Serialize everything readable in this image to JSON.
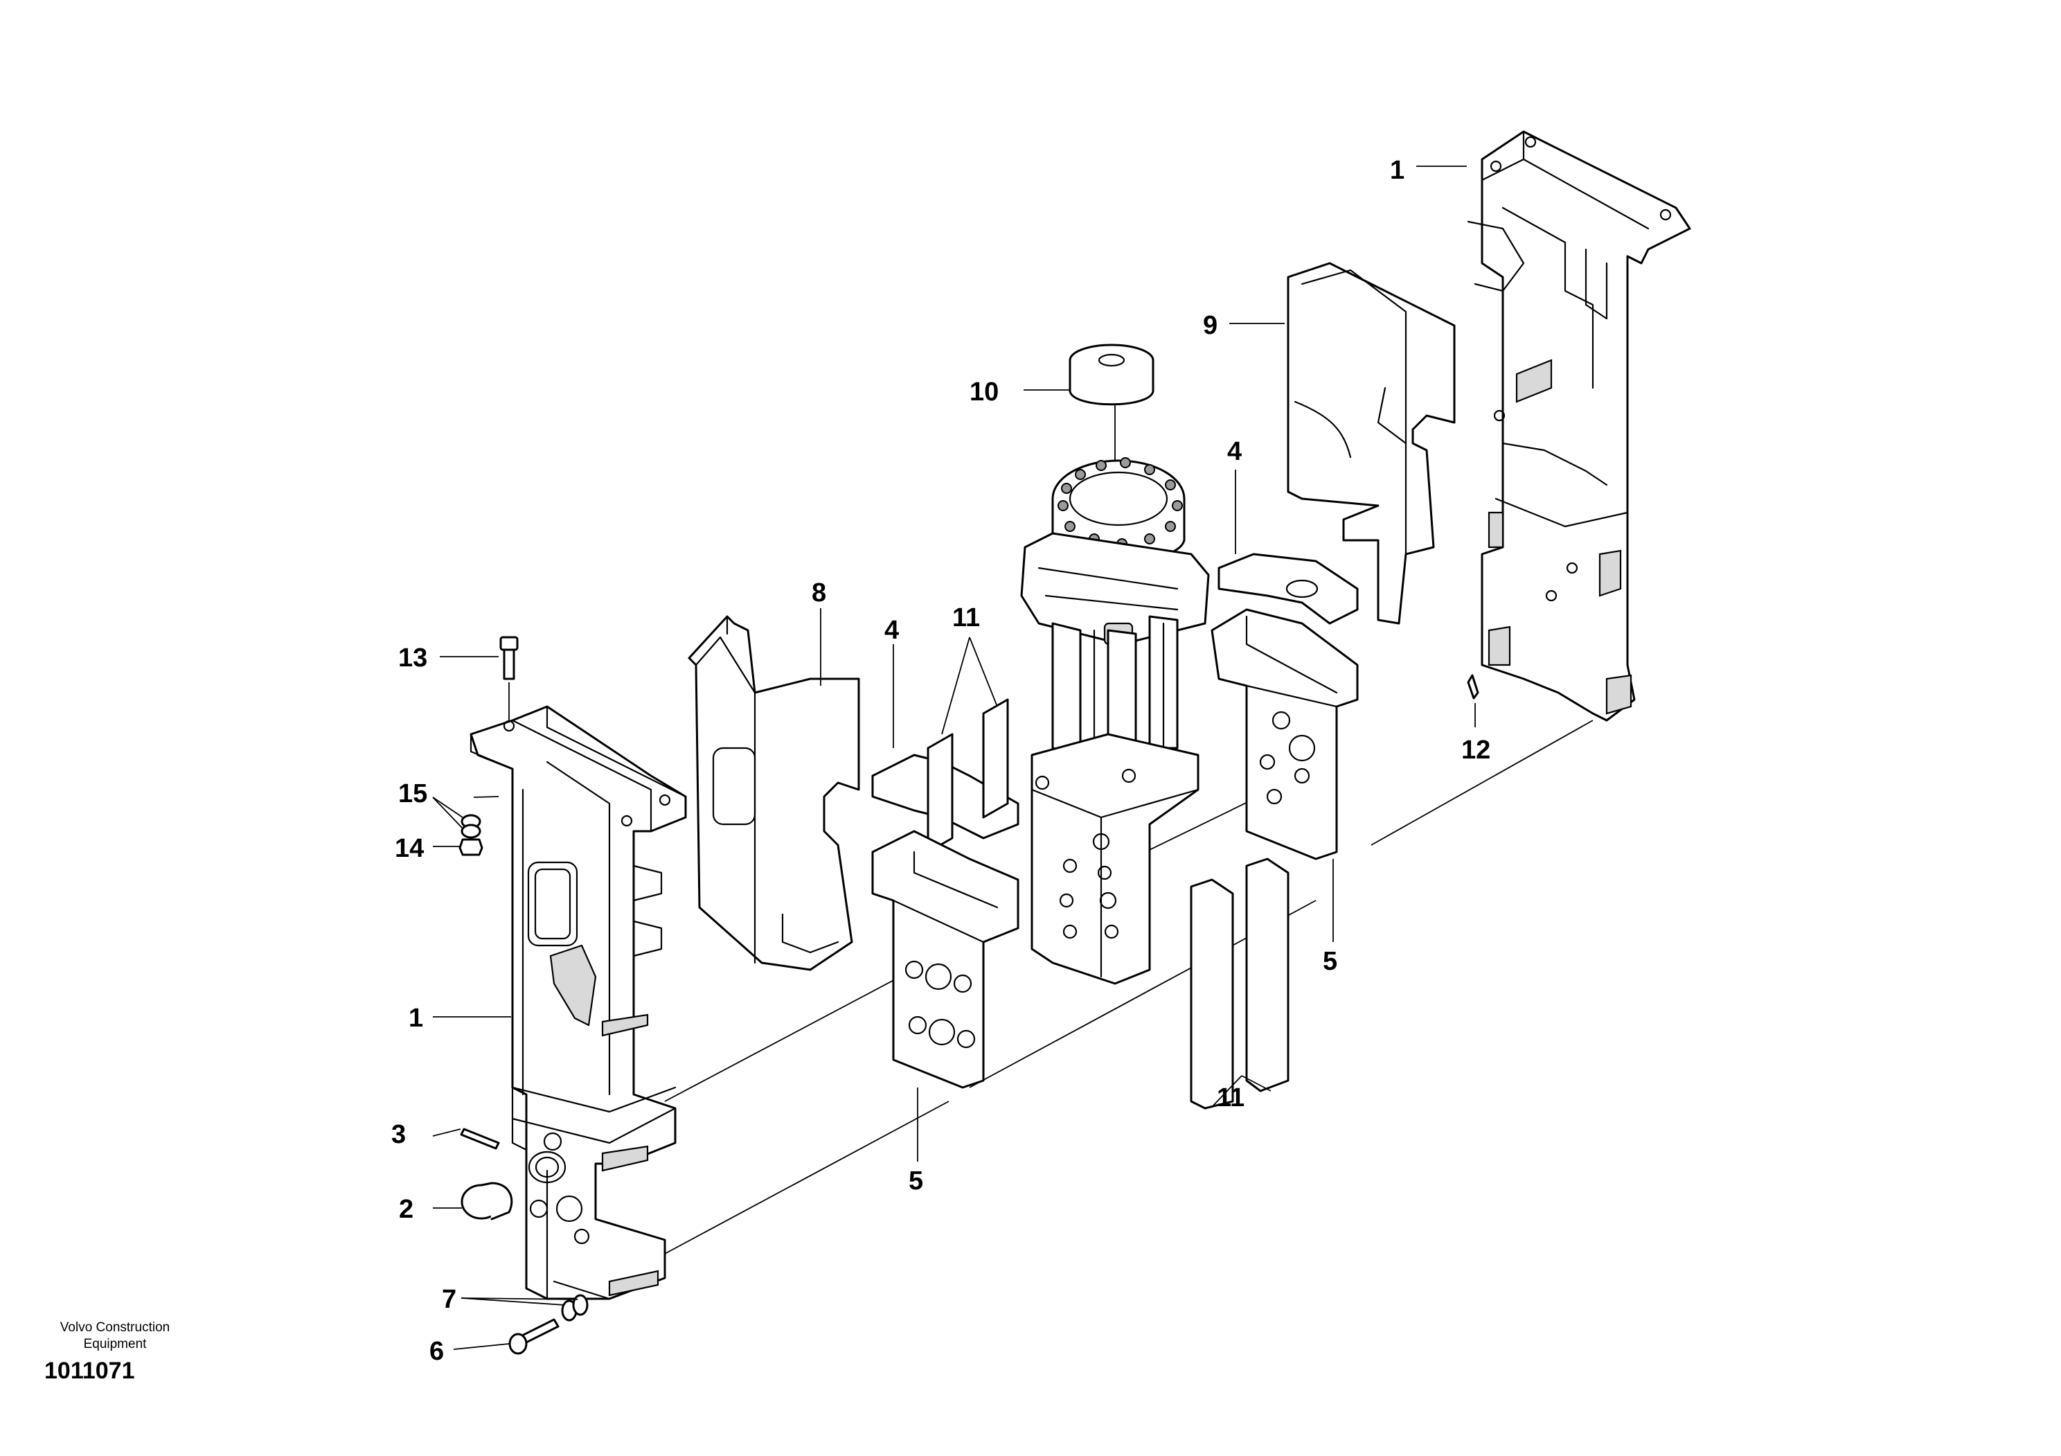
{
  "callouts": {
    "c1_top": "1",
    "c9": "9",
    "c10": "10",
    "c4_right": "4",
    "c8": "8",
    "c4_left": "4",
    "c11_top": "11",
    "c13": "13",
    "c15": "15",
    "c14": "14",
    "c12": "12",
    "c5_right": "5",
    "c1_left": "1",
    "c11_bottom": "11",
    "c3": "3",
    "c5_left": "5",
    "c2": "2",
    "c7": "7",
    "c6": "6"
  },
  "brand": {
    "line1": "Volvo Construction",
    "line2": "Equipment"
  },
  "document_number": "1011071"
}
